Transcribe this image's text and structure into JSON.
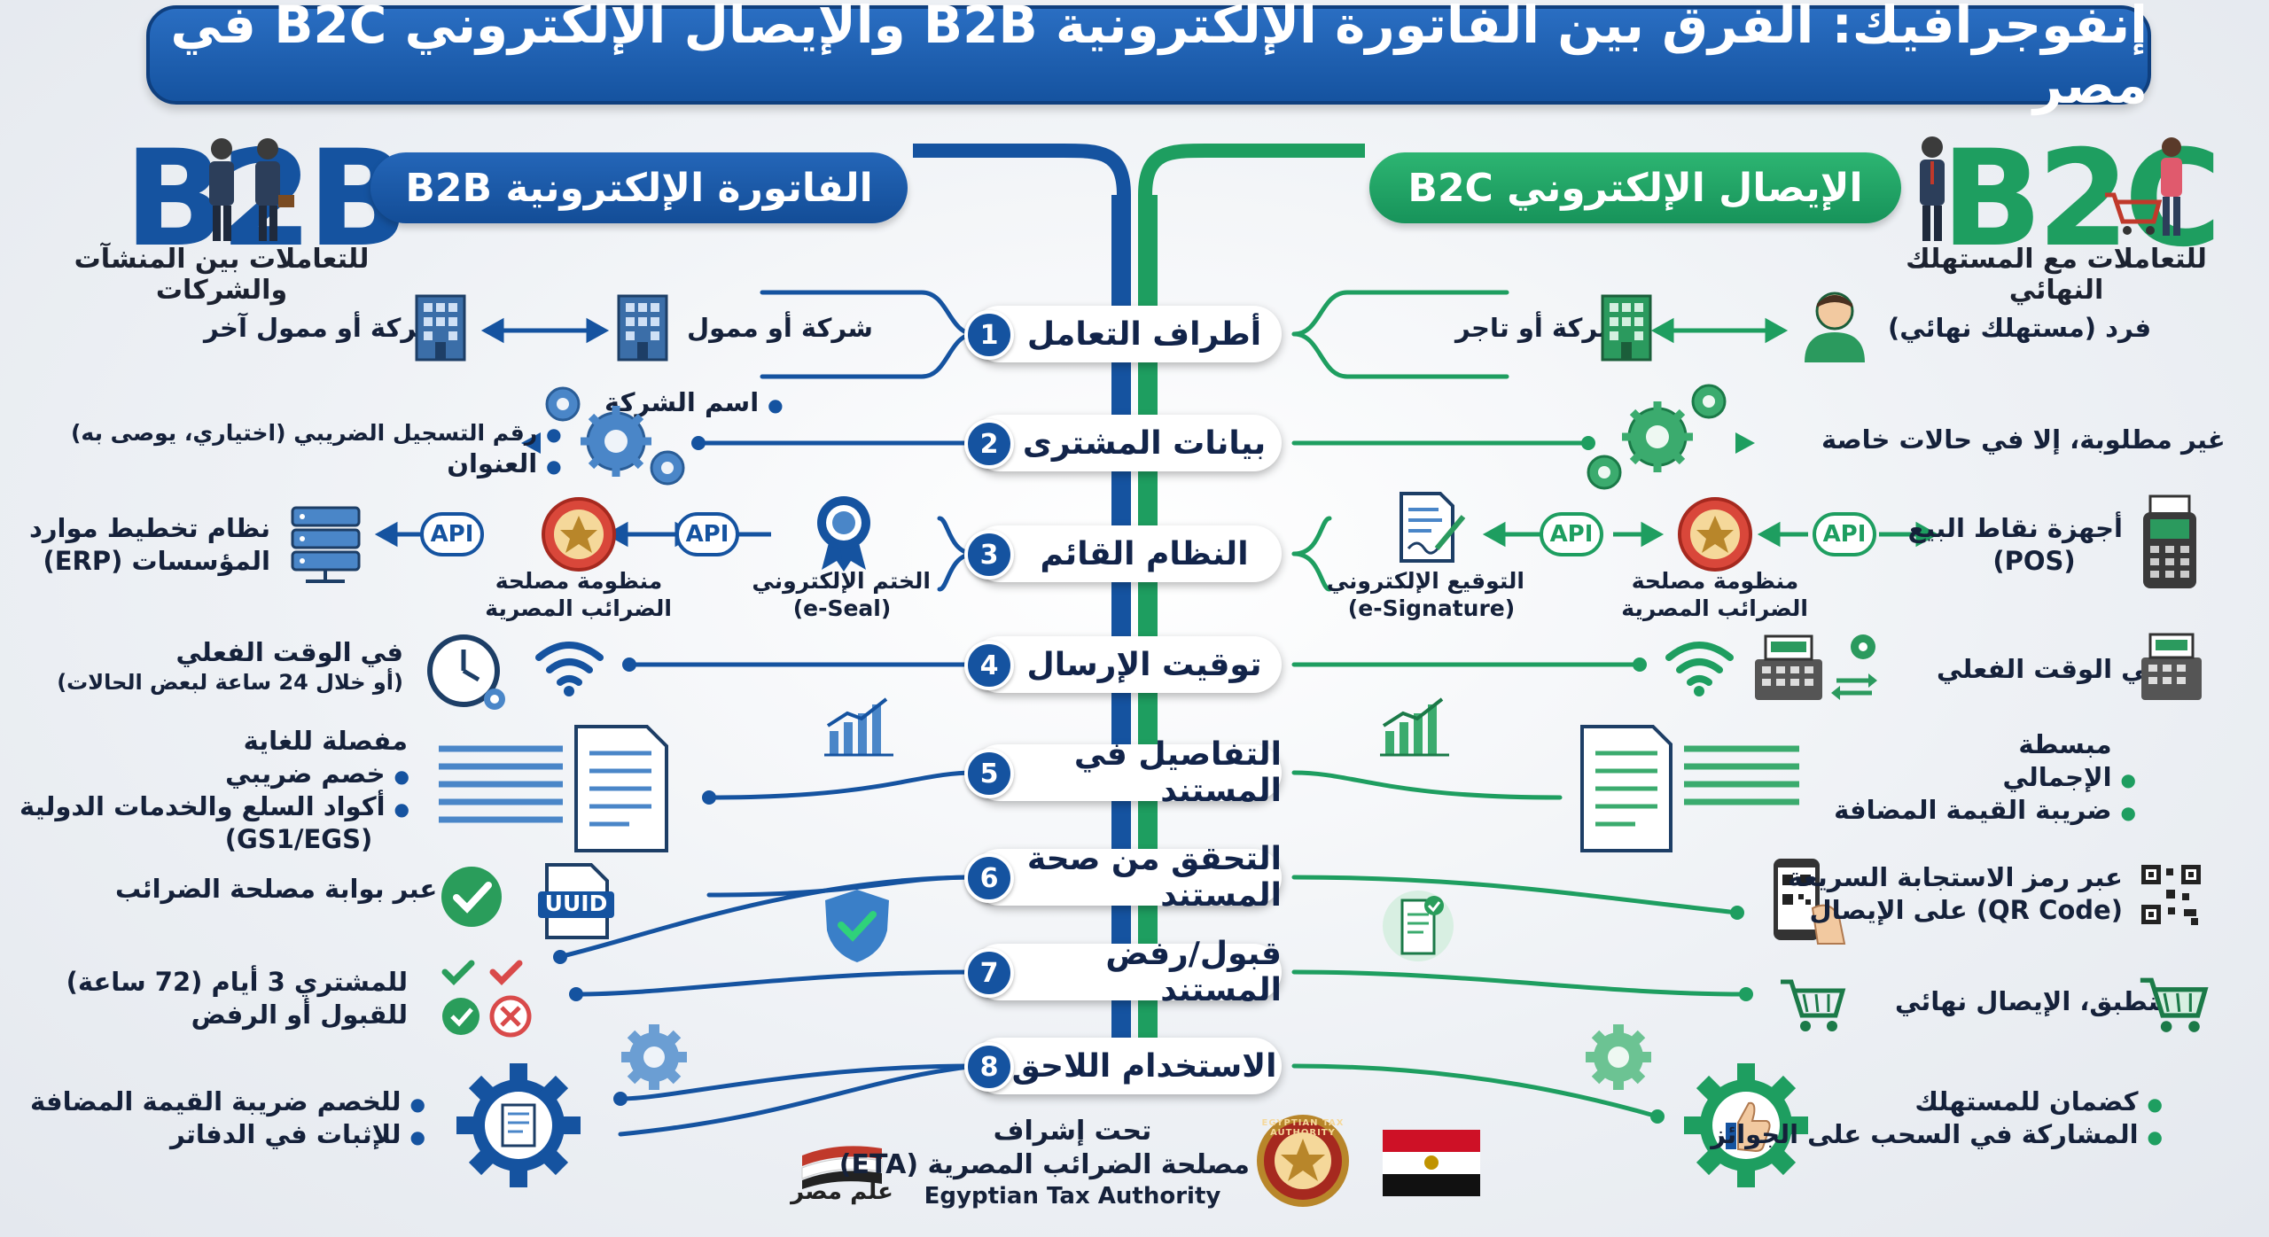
{
  "title": "إنفوجرافيك: الفرق بين الفاتورة الإلكترونية B2B والإيصال الإلكتروني B2C في مصر",
  "colors": {
    "b2b": "#1553a0",
    "b2c": "#1e9e60",
    "title_bg": "#1f63b5"
  },
  "b2b": {
    "logo": "B2B",
    "header": "الفاتورة الإلكترونية B2B",
    "subtitle": "للتعاملات بين المنشآت والشركات"
  },
  "b2c": {
    "logo": "B2C",
    "header": "الإيصال الإلكتروني B2C",
    "subtitle": "للتعاملات مع المستهلك النهائي"
  },
  "rows": [
    {
      "num": "1",
      "label": "أطراف التعامل"
    },
    {
      "num": "2",
      "label": "بيانات المشترى"
    },
    {
      "num": "3",
      "label": "النظام القائم"
    },
    {
      "num": "4",
      "label": "توقيت الإرسال"
    },
    {
      "num": "5",
      "label": "التفاصيل في المستند"
    },
    {
      "num": "6",
      "label": "التحقق من صحة المستند"
    },
    {
      "num": "7",
      "label": "قبول/رفض المستند"
    },
    {
      "num": "8",
      "label": "الاستخدام اللاحق"
    }
  ],
  "left": {
    "r1_a": "شركة أو ممول",
    "r1_b": "شركة أو ممول آخر",
    "r2_items": [
      "اسم الشركة",
      "رقم التسجيل الضريبي (اختياري، يوصى به)",
      "العنوان"
    ],
    "r3_seal": "الختم الإلكتروني",
    "r3_seal_en": "(e-Seal)",
    "r3_eta_1": "منظومة مصلحة",
    "r3_eta_2": "الضرائب المصرية",
    "r3_erp_1": "نظام تخطيط موارد",
    "r3_erp_2": "المؤسسات (ERP)",
    "api": "API",
    "r4_1": "في الوقت الفعلي",
    "r4_2": "(أو خلال 24 ساعة لبعض الحالات)",
    "r5_title": "مفصلة للغاية",
    "r5_items": [
      "خصم ضريبي",
      "أكواد السلع والخدمات الدولية"
    ],
    "r5_tail": "(GS1/EGS)",
    "r6_uuid": "UUID",
    "r6": "يتم عبر بوابة مصلحة الضرائب",
    "r7_1": "للمشتري 3 أيام (72 ساعة)",
    "r7_2": "للقبول أو الرفض",
    "r8_items": [
      "للخصم ضريبة القيمة المضافة",
      "للإثبات في الدفاتر"
    ]
  },
  "right": {
    "r1_a": "شركة أو تاجر",
    "r1_b": "فرد (مستهلك نهائي)",
    "r2": "غير مطلوبة، إلا في حالات خاصة",
    "r3_sig": "التوقيع الإلكتروني",
    "r3_sig_en": "(e-Signature)",
    "r3_eta_1": "منظومة مصلحة",
    "r3_eta_2": "الضرائب المصرية",
    "r3_pos_1": "أجهزة نقاط البيع",
    "r3_pos_2": "(POS)",
    "api": "API",
    "r4": "في الوقت الفعلي",
    "r5_title": "مبسطة",
    "r5_items": [
      "الإجمالي",
      "ضريبة القيمة المضافة"
    ],
    "r6_1": "عبر رمز الاستجابة السريعة",
    "r6_2": "(QR Code) على الإيصال",
    "r7": "لا ينطبق، الإيصال نهائي",
    "r8_items": [
      "كضمان للمستهلك",
      "المشاركة في السحب على الجوائز"
    ]
  },
  "footer": {
    "line1": "تحت إشراف",
    "line2": "مصلحة الضرائب المصرية (ETA)",
    "line3": "Egyptian Tax Authority",
    "brand": "علم مصر",
    "seal_text": "EGYPTIAN TAX AUTHORITY"
  },
  "icons": [
    "building-icon",
    "arrows-icon",
    "person-icon",
    "gear-icon",
    "server-icon",
    "eagle-seal-icon",
    "ribbon-seal-icon",
    "signature-doc-icon",
    "pos-terminal-icon",
    "clock-icon",
    "wifi-icon",
    "cash-register-icon",
    "document-icon",
    "bar-chart-icon",
    "check-icon",
    "uuid-doc-icon",
    "shield-check-icon",
    "qr-code-icon",
    "phone-qr-icon",
    "cart-icon",
    "x-icon",
    "thumbs-up-gear-icon",
    "egypt-flag-icon"
  ]
}
